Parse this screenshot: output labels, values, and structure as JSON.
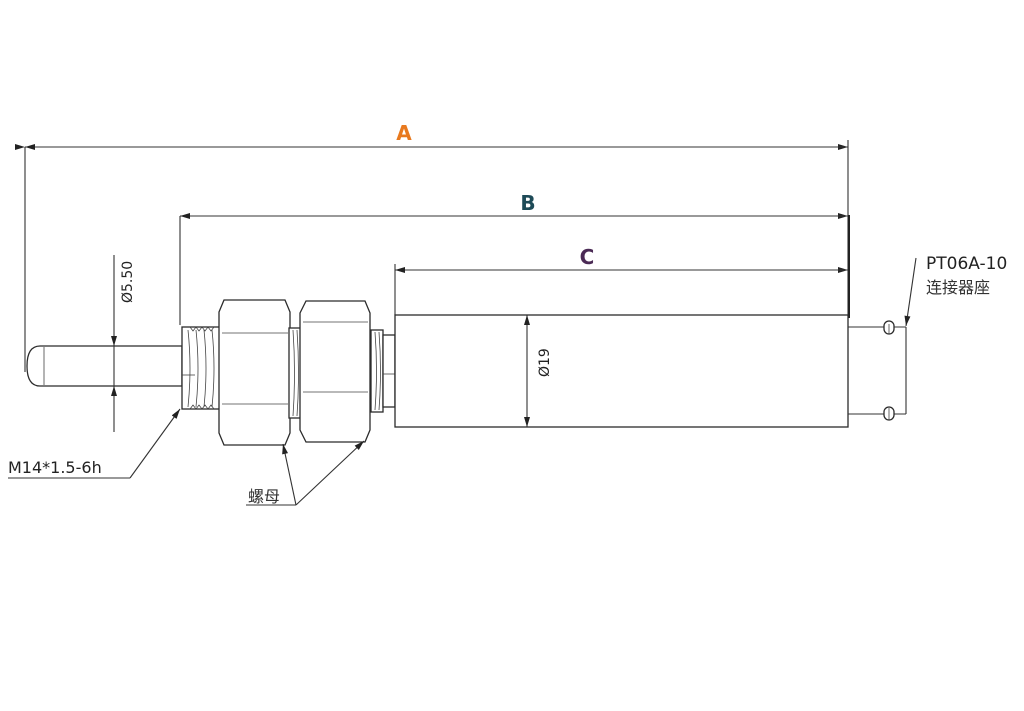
{
  "dimensions": {
    "A": {
      "label": "A",
      "color": "#e8791e"
    },
    "B": {
      "label": "B",
      "color": "#1d4a57"
    },
    "C": {
      "label": "C",
      "color": "#4b2a55"
    }
  },
  "annotations": {
    "probe_diameter": "Ø5.50",
    "body_diameter": "Ø19",
    "thread": "M14*1.5-6h",
    "nut": "螺母",
    "connector_model": "PT06A-10",
    "connector_name": "连接器座"
  }
}
